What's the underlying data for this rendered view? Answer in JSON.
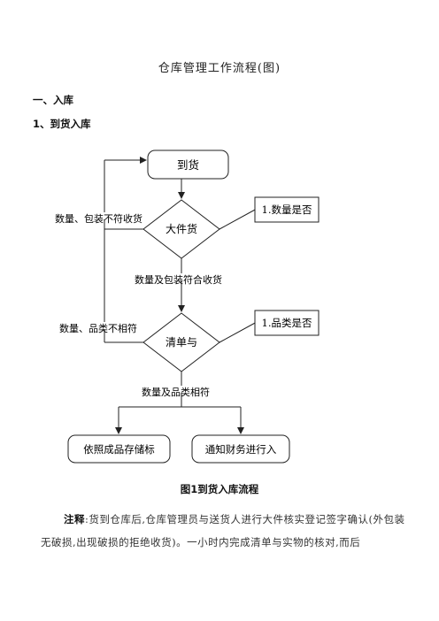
{
  "title": "仓库管理工作流程(图)",
  "section": "一、入库",
  "subsection": "1、到货入库",
  "flowchart": {
    "start": "到货",
    "decision1": "大件货",
    "decision2": "清单与",
    "note1": "1.数量是否",
    "note2": "1.品类是否",
    "reject1": "数量、包装不符收货",
    "pass1": "数量及包装符合收货",
    "reject2": "数量、品类不相符",
    "pass2": "数量及品类相符",
    "end_left": "依照成品存储标",
    "end_right": "通知财务进行入"
  },
  "caption": "图1到货入库流程",
  "note": {
    "label": "注释",
    "text": ":货到仓库后,仓库管理员与送货人进行大件核实登记签字确认(外包装无破损,出现破损的拒绝收货)。一小时内完成清单与实物的核对,而后"
  }
}
